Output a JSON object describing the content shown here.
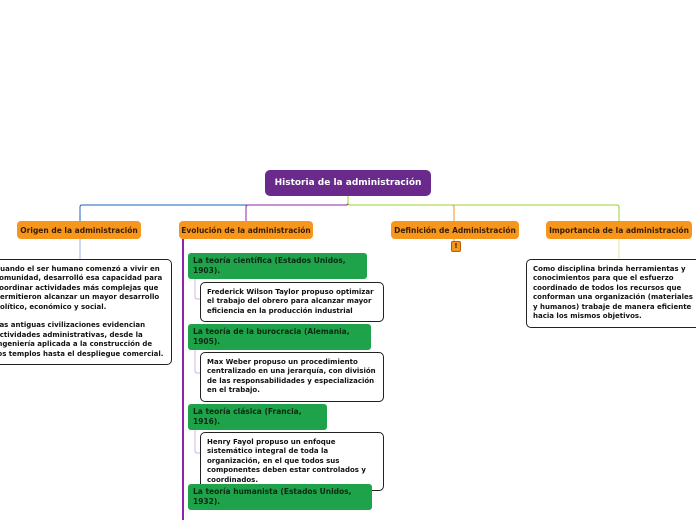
{
  "root": {
    "title": "Historia de la administración"
  },
  "branches": [
    {
      "label": "Origen de la administración",
      "color": "#1f5fbf"
    },
    {
      "label": "Evolución de la administración",
      "color": "#8e24aa"
    },
    {
      "label": "Definición de Administración",
      "color": "#f7961d"
    },
    {
      "label": "Importancia de la administración",
      "color": "#9bd12e"
    }
  ],
  "origen": {
    "paragraphs": [
      "Cuando el ser humano comenzó a vivir en comunidad, desarrolló esa capacidad para coordinar actividades más complejas que permitieron alcanzar un mayor desarrollo político, económico y social.",
      "Las antiguas civilizaciones evidencian actividades administrativas, desde la ingeniería aplicada a la construcción de los templos hasta el despliegue comercial."
    ]
  },
  "evolucion": [
    {
      "title": "La teoría científica (Estados Unidos, 1903).",
      "detail": "Frederick Wilson Taylor propuso optimizar el trabajo del obrero para alcanzar mayor eficiencia en la producción industrial"
    },
    {
      "title": "La teoría de la burocracia (Alemania, 1905).",
      "detail": "Max Weber propuso un procedimiento centralizado en una jerarquía, con división de las responsabilidades y especialización en el trabajo."
    },
    {
      "title": "La teoría clásica (Francia, 1916).",
      "detail": "Henry Fayol propuso un enfoque sistemático integral de toda la organización, en el que todos sus componentes deben estar controlados y coordinados."
    },
    {
      "title": "La teoría humanista (Estados Unidos, 1932).",
      "detail": ""
    }
  ],
  "definicion": {
    "marker": "!"
  },
  "importancia": {
    "text": "Como disciplina brinda herramientas y conocimientos para que el esfuerzo coordinado de todos los recursos que conforman una organización (materiales y humanos) trabaje de manera eficiente hacia los mismos objetivos."
  }
}
